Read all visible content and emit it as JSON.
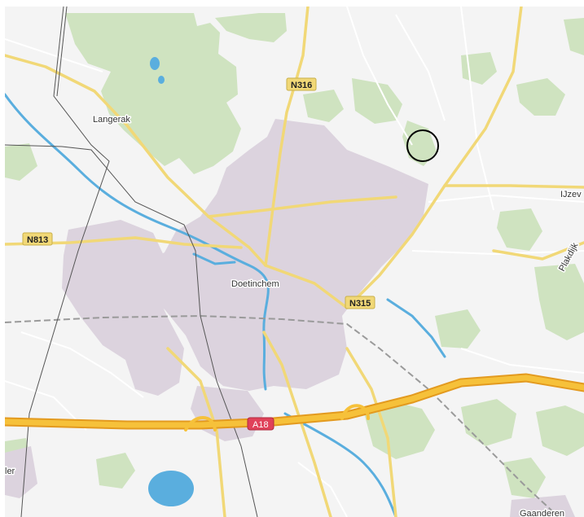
{
  "map": {
    "place_labels": {
      "langerak": "Langerak",
      "doetinchem": "Doetinchem",
      "ijzevoorde": "IJzev",
      "plakdijk": "Plakdijk",
      "gaanderen": "Gaanderen",
      "left_partial": "ler"
    },
    "road_shields": {
      "n316": "N316",
      "n813": "N813",
      "n315": "N315",
      "a18": "A18"
    },
    "colors": {
      "land": "#f4f4f4",
      "forest": "#cfe3c0",
      "urban": "#dcd3de",
      "water": "#5aaede",
      "secondary_road": "#f1d877",
      "motorway": "#f6c13a",
      "motorway_casing": "#e39a1f",
      "railway": "#9a9a9a",
      "marker": "#000000"
    },
    "marker": {
      "shape": "circle-outline"
    }
  }
}
